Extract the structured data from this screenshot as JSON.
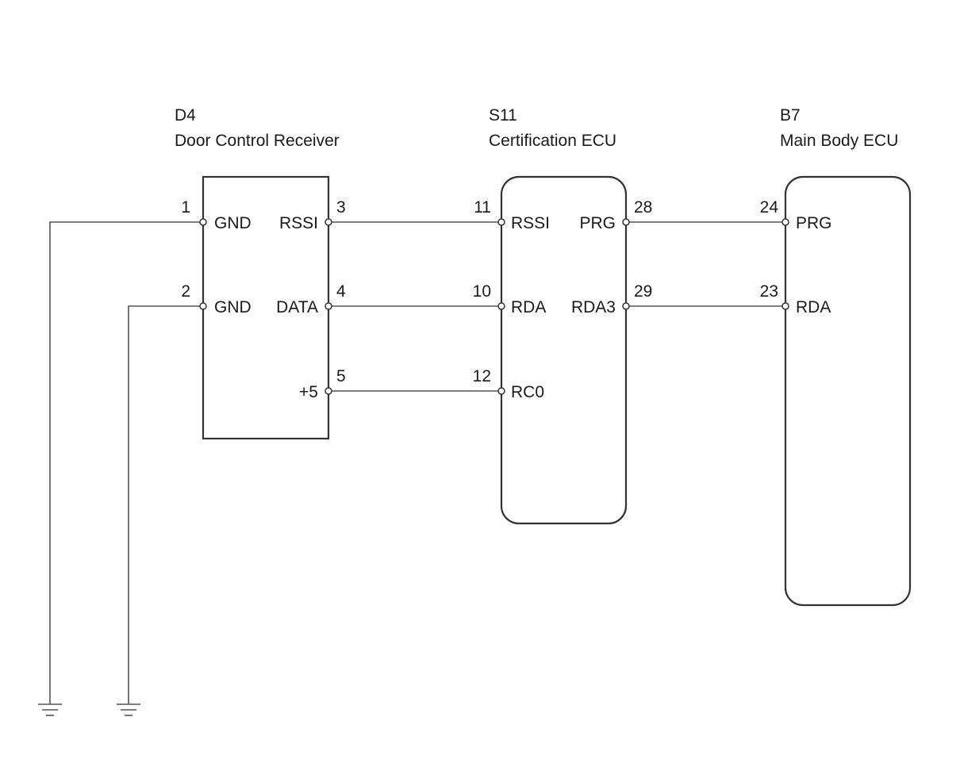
{
  "components": {
    "d4": {
      "code": "D4",
      "name": "Door Control Receiver"
    },
    "s11": {
      "code": "S11",
      "name": "Certification ECU"
    },
    "b7": {
      "code": "B7",
      "name": "Main Body ECU"
    }
  },
  "pins": {
    "d4_p1": {
      "number": "1",
      "label": "GND"
    },
    "d4_p2": {
      "number": "2",
      "label": "GND"
    },
    "d4_p3": {
      "number": "3",
      "label": "RSSI"
    },
    "d4_p4": {
      "number": "4",
      "label": "DATA"
    },
    "d4_p5": {
      "number": "5",
      "label": "+5"
    },
    "s11_p11": {
      "number": "11",
      "label": "RSSI"
    },
    "s11_p10": {
      "number": "10",
      "label": "RDA"
    },
    "s11_p12": {
      "number": "12",
      "label": "RC0"
    },
    "s11_p28": {
      "number": "28",
      "label": "PRG"
    },
    "s11_p29": {
      "number": "29",
      "label": "RDA3"
    },
    "b7_p24": {
      "number": "24",
      "label": "PRG"
    },
    "b7_p23": {
      "number": "23",
      "label": "RDA"
    }
  }
}
